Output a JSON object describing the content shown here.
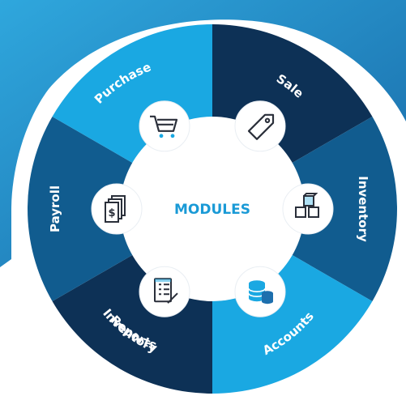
{
  "diagram": {
    "center_label": "MODULES",
    "segments": [
      {
        "key": "sale",
        "label": "Sale",
        "lines": [
          "Sale"
        ],
        "color": "#0d3156",
        "icon": "price-tag-icon"
      },
      {
        "key": "inventory",
        "label": "Inventory",
        "lines": [
          "Inventory"
        ],
        "color": "#115c8f",
        "icon": "boxes-icon"
      },
      {
        "key": "accounts",
        "label": "Accounts",
        "lines": [
          "Accounts"
        ],
        "color": "#1aa8e2",
        "icon": "coins-stack-icon"
      },
      {
        "key": "inventory-reports",
        "label": "Inventory Reports",
        "lines": [
          "Inventory",
          "Reports"
        ],
        "color": "#0d3156",
        "icon": "checklist-report-icon"
      },
      {
        "key": "payroll",
        "label": "Payroll",
        "lines": [
          "Payroll"
        ],
        "color": "#115c8f",
        "icon": "payslip-documents-icon"
      },
      {
        "key": "purchase",
        "label": "Purchase",
        "lines": [
          "Purchase"
        ],
        "color": "#1aa8e2",
        "icon": "shopping-cart-icon"
      }
    ],
    "colors": {
      "background_top": "#2a9fd8",
      "background_dark": "#1d6fad",
      "ring_outline": "#ffffff",
      "center_fill": "#ffffff",
      "center_text": "#1a9ad6",
      "icon_stroke": "#2a2f3a"
    }
  }
}
